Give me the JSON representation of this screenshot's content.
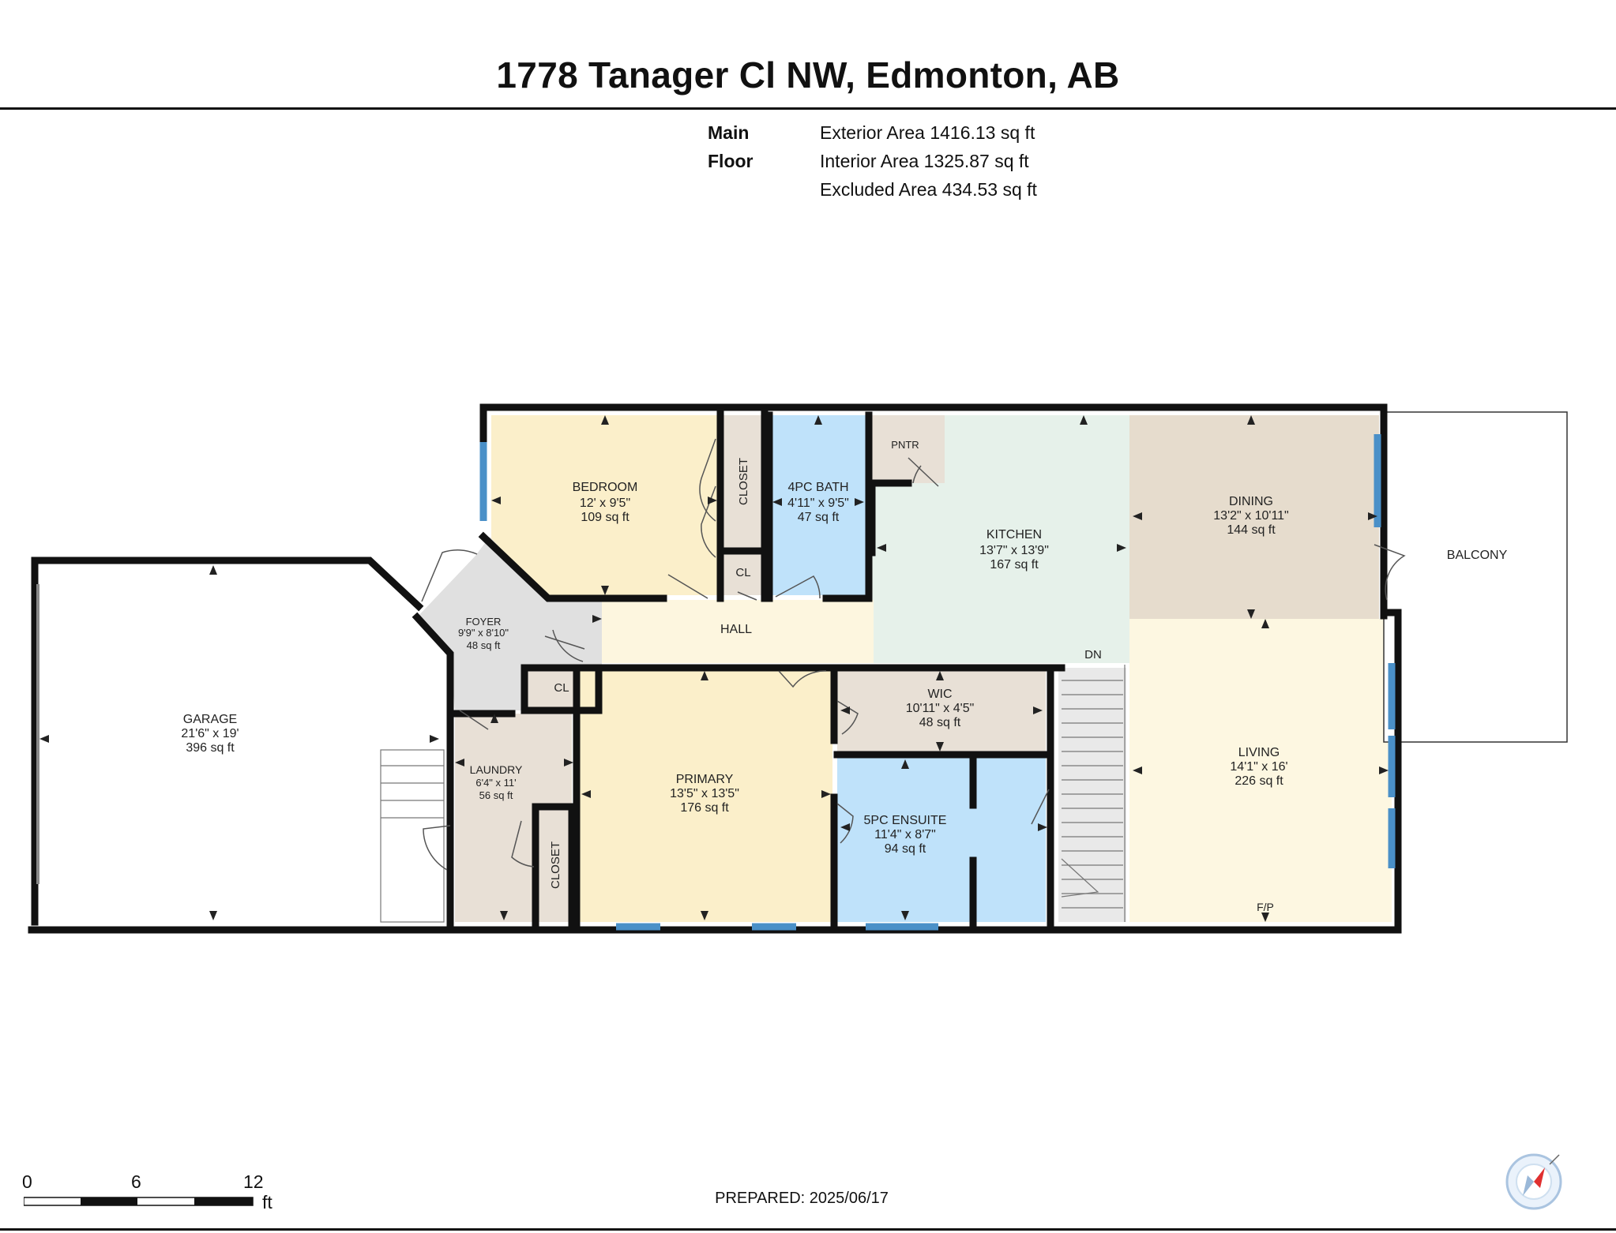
{
  "title": "1778 Tanager Cl NW, Edmonton, AB",
  "summary": {
    "floor": "Main Floor",
    "exterior": "Exterior Area 1416.13 sq ft",
    "interior": "Interior Area 1325.87 sq ft",
    "excluded": "Excluded Area 434.53 sq ft"
  },
  "rooms": {
    "bedroom": {
      "name": "BEDROOM",
      "dims": "12' x 9'5\"",
      "area": "109 sq ft"
    },
    "closet_top": {
      "name": "CLOSET"
    },
    "cl_top": {
      "name": "CL"
    },
    "bath": {
      "name": "4PC BATH",
      "dims": "4'11\" x 9'5\"",
      "area": "47 sq ft"
    },
    "pantry": {
      "name": "PNTR"
    },
    "kitchen": {
      "name": "KITCHEN",
      "dims": "13'7\" x 13'9\"",
      "area": "167 sq ft"
    },
    "dining": {
      "name": "DINING",
      "dims": "13'2\" x 10'11\"",
      "area": "144 sq ft"
    },
    "balcony": {
      "name": "BALCONY"
    },
    "garage": {
      "name": "GARAGE",
      "dims": "21'6\" x 19'",
      "area": "396 sq ft"
    },
    "foyer": {
      "name": "FOYER",
      "dims": "9'9\" x 8'10\"",
      "area": "48 sq ft"
    },
    "hall": {
      "name": "HALL"
    },
    "cl_foyer": {
      "name": "CL"
    },
    "laundry": {
      "name": "LAUNDRY",
      "dims": "6'4\" x 11'",
      "area": "56 sq ft"
    },
    "closet_bottom": {
      "name": "CLOSET"
    },
    "primary": {
      "name": "PRIMARY",
      "dims": "13'5\" x 13'5\"",
      "area": "176 sq ft"
    },
    "wic": {
      "name": "WIC",
      "dims": "10'11\" x 4'5\"",
      "area": "48 sq ft"
    },
    "ensuite": {
      "name": "5PC ENSUITE",
      "dims": "11'4\" x 8'7\"",
      "area": "94 sq ft"
    },
    "living": {
      "name": "LIVING",
      "dims": "14'1\" x 16'",
      "area": "226 sq ft"
    },
    "stairs_dn": {
      "name": "DN"
    },
    "fireplace": {
      "name": "F/P"
    }
  },
  "colors": {
    "wall": "#111111",
    "bedroom": "#fbefca",
    "closet": "#e8e0d6",
    "bath": "#bfe2fa",
    "kitchen": "#e6f1ea",
    "dining": "#e6dccd",
    "living": "#fdf7e1",
    "hall": "#fdf6df",
    "foyer": "#e0e0e0",
    "laundry": "#e8e0d6",
    "primary": "#fbefca",
    "wic": "#e8e0d6",
    "window": "#4a90c8",
    "compass_arrow": "#e03030"
  },
  "scale_bar": {
    "n0": "0",
    "n6": "6",
    "n12": "12",
    "unit": "ft"
  },
  "prepared": "PREPARED: 2025/06/17"
}
